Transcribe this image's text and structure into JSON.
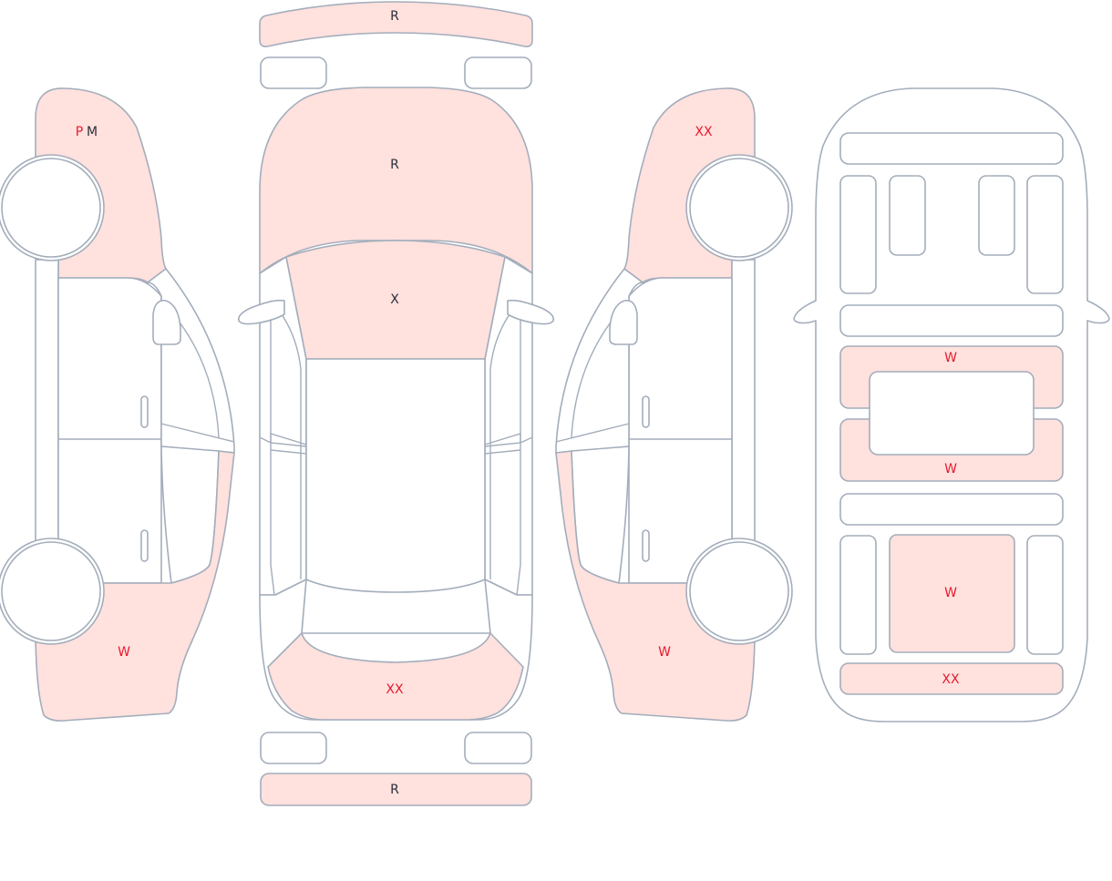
{
  "colors": {
    "damaged_fill": "#ffe1de",
    "outline": "#a3adbb",
    "code_red": "#e8192c",
    "code_dark": "#2b2f3a"
  },
  "left_side": {
    "front_fender_codes": [
      {
        "text": "P",
        "color": "#e8192c"
      },
      {
        "text": "M",
        "color": "#2b2f3a"
      }
    ],
    "rear_quarter_code": "W"
  },
  "top_view": {
    "front_bumper_code": "R",
    "hood_code": "R",
    "windshield_code": "X",
    "trunk_code": "XX",
    "rear_bumper_code": "R"
  },
  "right_side": {
    "front_fender_code": "XX",
    "rear_quarter_code": "W"
  },
  "underside": {
    "panel_a_code": "W",
    "panel_b_code": "W",
    "panel_c_code": "W",
    "panel_d_code": "XX"
  }
}
